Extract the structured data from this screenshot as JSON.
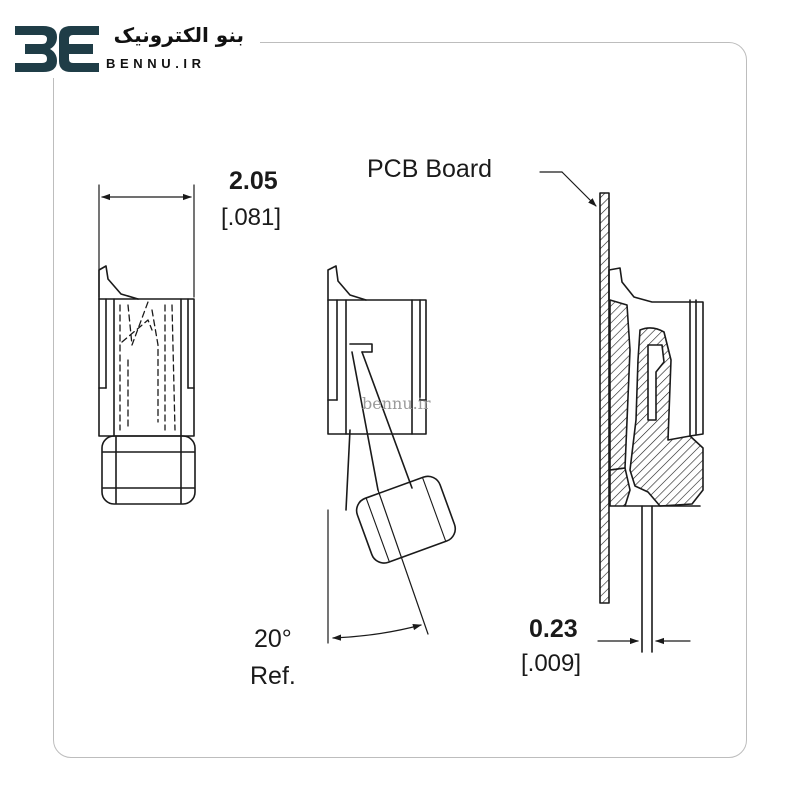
{
  "brand": {
    "name_fa": "بنو الکترونیک",
    "name_en": "BENNU.IR",
    "watermark": "bennu.ir",
    "colors": {
      "logo_mark": "#1f3d47",
      "frame": "#bdbdbd",
      "line": "#1a1a1a"
    }
  },
  "dimensions": {
    "width": {
      "mm": "2.05",
      "inch": "[.081]"
    },
    "angle": {
      "value": "20°",
      "ref": "Ref."
    },
    "offset": {
      "mm": "0.23",
      "inch": "[.009]"
    }
  },
  "labels": {
    "pcb_board": "PCB Board"
  }
}
